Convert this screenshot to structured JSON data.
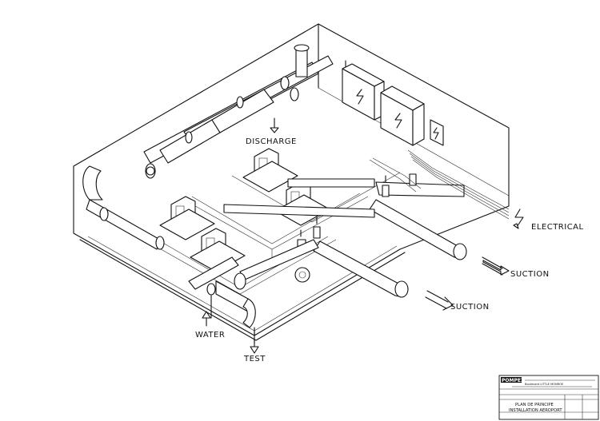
{
  "labels": {
    "discharge": "DISCHARGE",
    "electrical": "ELECTRICAL",
    "suction_1": "SUCTION",
    "suction_2": "SUCTION",
    "water": "WATER",
    "test": "TEST"
  },
  "title_block": {
    "company": "POMPEX",
    "address": "Boulevard LITTLE MONROE",
    "drawing_title_1": "PLAN DE PRINCIPE",
    "drawing_title_2": "INSTALLATION AEROPORT"
  },
  "colors": {
    "line": "#111111",
    "background": "#ffffff"
  }
}
